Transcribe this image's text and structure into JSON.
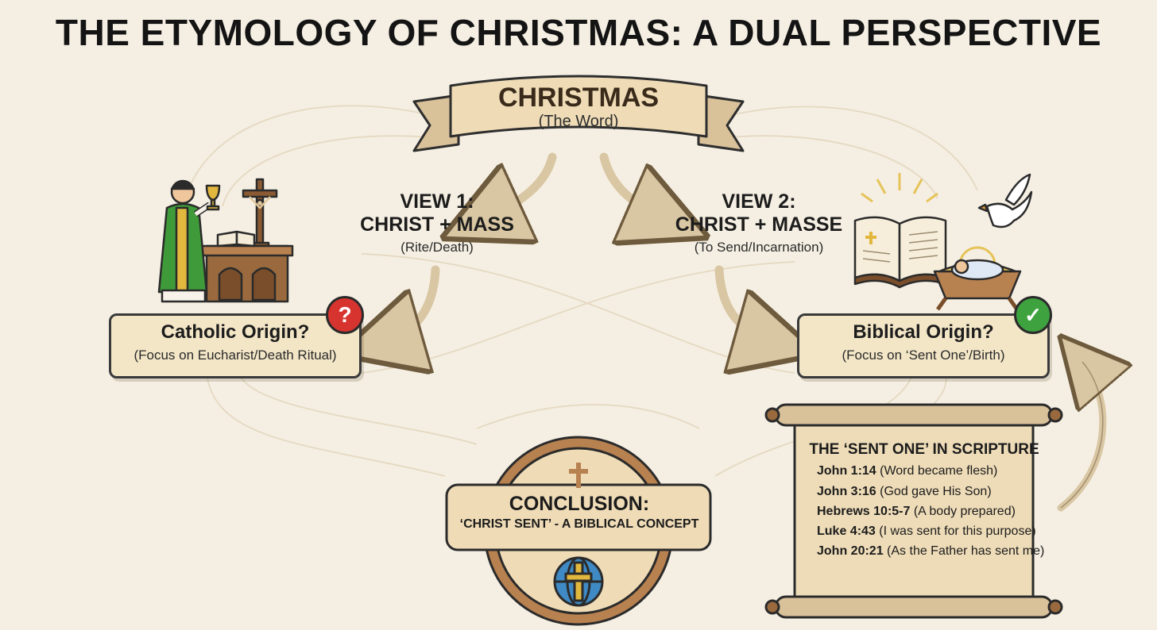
{
  "title": "THE ETYMOLOGY OF CHRISTMAS: A DUAL PERSPECTIVE",
  "center": {
    "label": "CHRISTMAS",
    "sublabel": "(The Word)"
  },
  "view1": {
    "line1": "VIEW 1:",
    "line2": "CHRIST + MASS",
    "sub": "(Rite/Death)"
  },
  "view2": {
    "line1": "VIEW 2:",
    "line2": "CHRIST + MASSE",
    "sub": "(To Send/Incarnation)"
  },
  "catholic": {
    "title": "Catholic Origin?",
    "sub": "(Focus on Eucharist/Death Ritual)",
    "badge": "?"
  },
  "biblical": {
    "title": "Biblical Origin?",
    "sub": "(Focus on ‘Sent One’/Birth)",
    "badge": "✓"
  },
  "scroll": {
    "title": "THE ‘SENT ONE’ IN SCRIPTURE",
    "verses": [
      {
        "ref": "John 1:14",
        "text": "(Word became flesh)"
      },
      {
        "ref": "John 3:16",
        "text": "(God gave His Son)"
      },
      {
        "ref": "Hebrews 10:5-7",
        "text": "(A body prepared)"
      },
      {
        "ref": "Luke 4:43",
        "text": "(I was sent for this purpose)"
      },
      {
        "ref": "John 20:21",
        "text": "(As the Father has sent me)"
      }
    ]
  },
  "conclusion": {
    "title": "CONCLUSION:",
    "sub": "‘CHRIST SENT’ - A BIBLICAL CONCEPT"
  },
  "icons": [
    "priest-altar-illustration",
    "crucifix-icon",
    "open-bible-icon",
    "dove-icon",
    "manger-icon",
    "cross-icon",
    "globe-cross-icon",
    "question-badge-icon",
    "check-badge-icon"
  ],
  "colors": {
    "background": "#f5efe3",
    "parchment": "#f3e6c7",
    "arrow": "#d9c6a3",
    "red": "#d8342f",
    "green": "#3ea23f"
  }
}
